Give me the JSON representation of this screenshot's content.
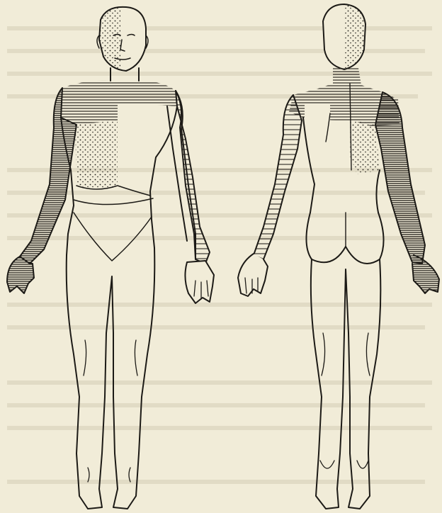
{
  "figure": {
    "views": [
      {
        "id": "front",
        "name": "front-view"
      },
      {
        "id": "back",
        "name": "back-view"
      }
    ],
    "regions": {
      "front": [
        {
          "name": "face-left-half",
          "pattern": "dots"
        },
        {
          "name": "shoulder-chest-band",
          "pattern": "horizontal-lines"
        },
        {
          "name": "right-arm",
          "pattern": "horizontal-lines-dense"
        },
        {
          "name": "left-arm",
          "pattern": "horizontal-lines-sparse"
        },
        {
          "name": "chest-left",
          "pattern": "dots"
        }
      ],
      "back": [
        {
          "name": "head-back-right-half",
          "pattern": "dots"
        },
        {
          "name": "neck-shoulder-band",
          "pattern": "horizontal-lines"
        },
        {
          "name": "left-arm",
          "pattern": "horizontal-lines-sparse"
        },
        {
          "name": "right-arm",
          "pattern": "horizontal-lines-dense"
        },
        {
          "name": "upper-back-right",
          "pattern": "dots"
        }
      ]
    }
  },
  "colors": {
    "paper": "#f1ecd8",
    "ink": "#1c1a16",
    "hatch": "#2a2620",
    "ghost_text": "#d8d1ba"
  }
}
